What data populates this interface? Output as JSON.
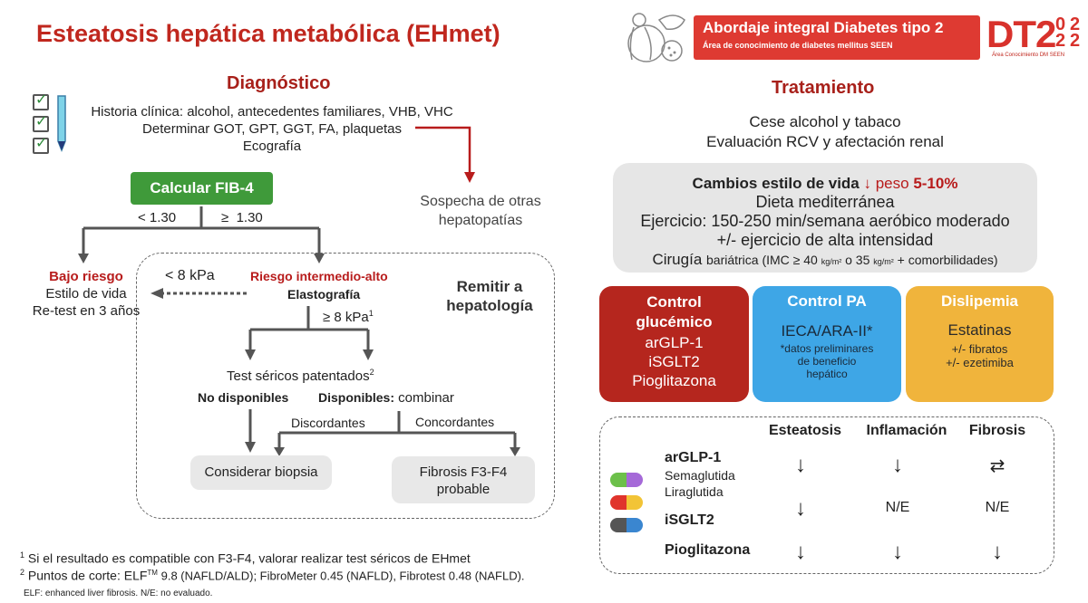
{
  "header": {
    "title": "Esteatosis hepática metabólica (EHmet)",
    "banner_title": "Abordaje integral Diabetes tipo 2",
    "banner_subtitle": "Área de conocimiento de diabetes mellitus SEEN",
    "logo_text": "DT2",
    "logo_year_top": "0",
    "logo_year_bottom": "2",
    "logo_year_2a": "2",
    "logo_year_2b": "2",
    "logo_sub": "Área Conocimiento DM SEEN"
  },
  "diagnostico": {
    "heading": "Diagnóstico",
    "lines": [
      "Historia clínica: alcohol, antecedentes familiares, VHB, VHC",
      "Determinar GOT, GPT, GGT, FA, plaquetas",
      "Ecografía"
    ],
    "fib4": "Calcular FIB-4",
    "lt130": "< 1.30",
    "ge130": "≥  1.30",
    "sospecha": "Sospecha de otras hepatopatías",
    "bajo_riesgo": "Bajo riesgo",
    "estilo_vida": "Estilo de vida",
    "retest": "Re-test en 3 años",
    "lt8": "< 8 kPa",
    "riesgo_int": "Riesgo intermedio-alto",
    "elastografia": "Elastografía",
    "ge8": "≥ 8 kPa",
    "ge8_sup": "1",
    "remitir": "Remitir a hepatología",
    "test_sericos": "Test séricos patentados",
    "test_sup": "2",
    "no_disponibles": "No disponibles",
    "disponibles": "Disponibles:",
    "combinar": " combinar",
    "discordantes": "Discordantes",
    "concordantes": "Concordantes",
    "biopsia": "Considerar biopsia",
    "fibrosis": "Fibrosis F3-F4 probable"
  },
  "footnotes": {
    "f1_sup": "1",
    "f1": " Si el resultado es compatible con F3-F4, valorar realizar test séricos de EHmet",
    "f2_sup": "2",
    "f2a": " Puntos de corte: ELF",
    "f2_tm": "TM",
    "f2b": " 9.8 (NAFLD/ALD); FibroMeter 0.45 (NAFLD), Fibrotest 0.48 (NAFLD).",
    "f3": "ELF: enhanced liver fibrosis. N/E: no evaluado."
  },
  "tratamiento": {
    "heading": "Tratamiento",
    "line1": "Cese alcohol y tabaco",
    "line2": "Evaluación RCV y afectación renal",
    "cambios_a": "Cambios estilo de vida ",
    "cambios_b": "↓ peso ",
    "cambios_c": "5-10%",
    "dieta": "Dieta mediterránea",
    "ejercicio": "Ejercicio: 150-250 min/semana aeróbico moderado",
    "alta": "+/- ejercicio de alta intensidad",
    "cirugia_a": "Cirugía ",
    "cirugia_b": "bariátrica (IMC ≥ 40 ",
    "cirugia_u1": "kg/m²",
    "cirugia_c": " o 35 ",
    "cirugia_u2": "kg/m²",
    "cirugia_d": " + comorbilidades)"
  },
  "cards": {
    "glucemico": {
      "title": "Control glucémico",
      "items": [
        "arGLP-1",
        "iSGLT2",
        "Pioglitazona"
      ]
    },
    "pa": {
      "title": "Control PA",
      "main": "IECA/ARA-II*",
      "note": "*datos preliminares de beneficio hepático"
    },
    "dislipemia": {
      "title": "Dislipemia",
      "main": "Estatinas",
      "items": [
        "+/- fibratos",
        "+/- ezetimiba"
      ]
    }
  },
  "table": {
    "headers": [
      "Esteatosis",
      "Inflamación",
      "Fibrosis"
    ],
    "rows": [
      {
        "drug": "arGLP-1",
        "subs": [
          "Semaglutida",
          "Liraglutida"
        ],
        "values": [
          "↓",
          "↓",
          "⇄"
        ]
      },
      {
        "drug": "iSGLT2",
        "subs": [],
        "values": [
          "↓",
          "N/E",
          "N/E"
        ]
      },
      {
        "drug": "Pioglitazona",
        "subs": [],
        "values": [
          "↓",
          "↓",
          "↓"
        ]
      }
    ]
  },
  "colors": {
    "accent_red": "#c0271e",
    "fib4_green": "#3f9a3a",
    "card_red": "#b5261e",
    "card_blue": "#3ea6e6",
    "card_yellow": "#f0b43c"
  }
}
